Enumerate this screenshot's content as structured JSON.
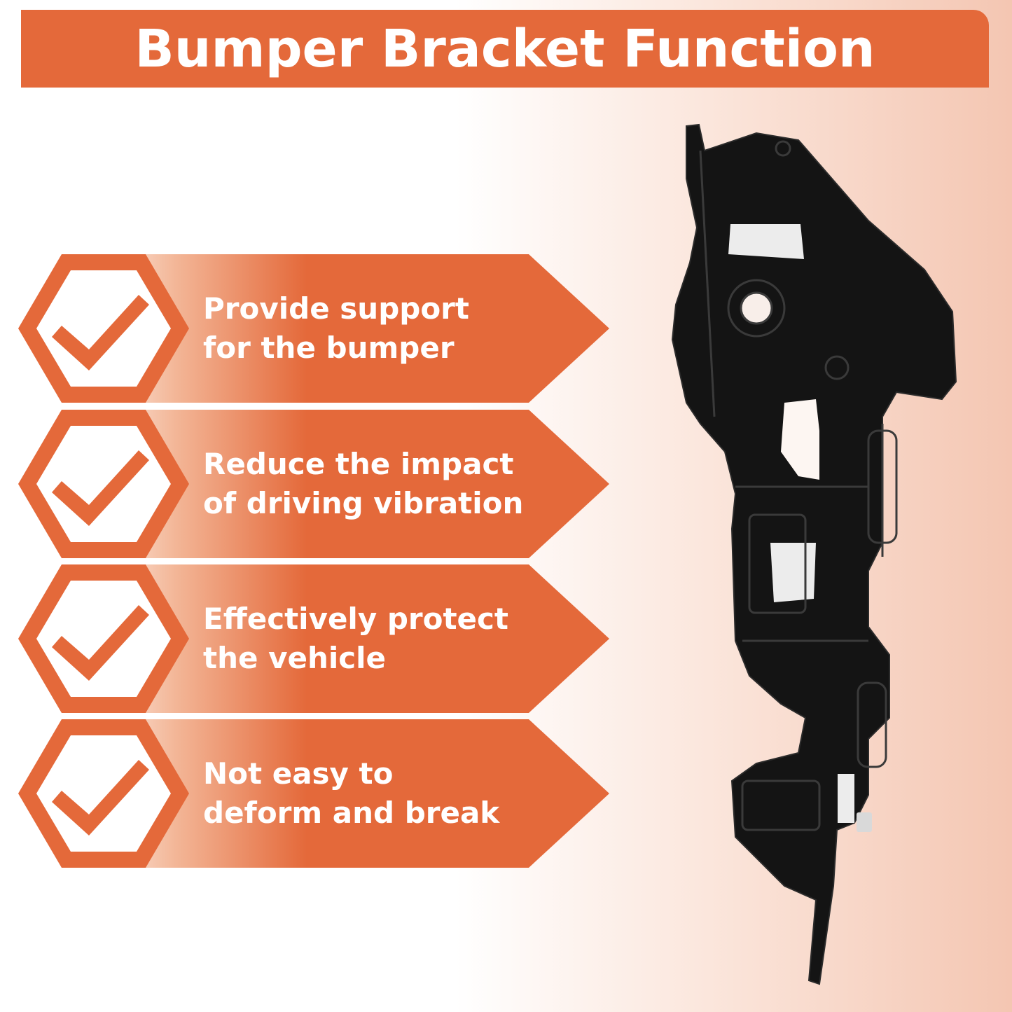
{
  "header": {
    "title": "Bumper Bracket Function"
  },
  "features": [
    {
      "line1": "Provide support",
      "line2": "for the bumper",
      "icon": "check-icon"
    },
    {
      "line1": "Reduce the impact",
      "line2": "of driving vibration",
      "icon": "check-icon"
    },
    {
      "line1": "Effectively protect",
      "line2": "the vehicle",
      "icon": "check-icon"
    },
    {
      "line1": "Not easy to",
      "line2": "deform and break",
      "icon": "check-icon"
    }
  ],
  "colors": {
    "accent": "#e4693a",
    "text_on_accent": "#ffffff",
    "product": "#141414"
  },
  "product_image": {
    "icon": "bumper-bracket-icon"
  }
}
